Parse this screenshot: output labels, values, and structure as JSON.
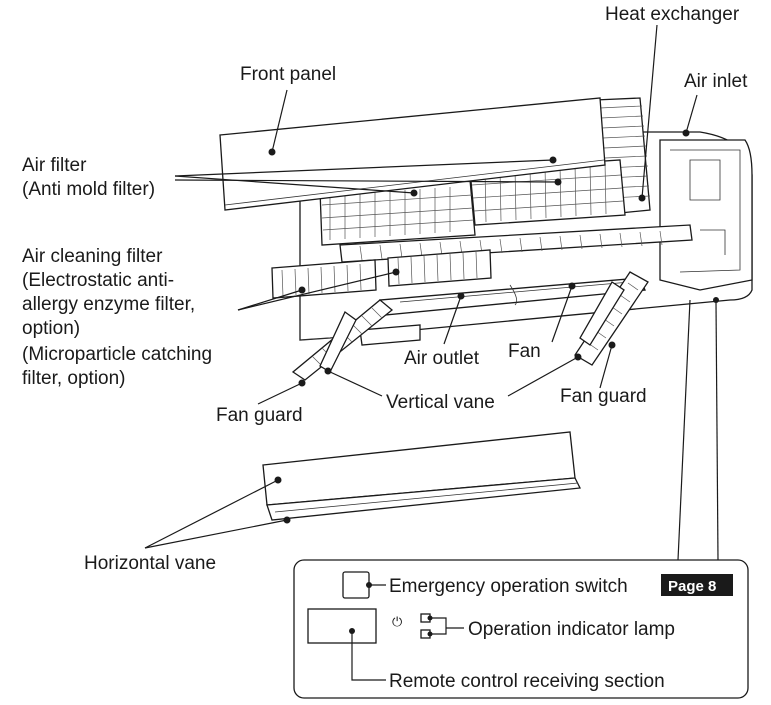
{
  "labels": {
    "heat_exchanger": "Heat exchanger",
    "front_panel": "Front panel",
    "air_inlet": "Air inlet",
    "air_filter": [
      "Air filter",
      "(Anti mold filter)"
    ],
    "air_cleaning_filter": [
      "Air cleaning filter",
      "(Electrostatic anti-",
      "allergy enzyme filter,",
      "option)",
      "(Microparticle catching",
      "filter, option)"
    ],
    "air_outlet": "Air outlet",
    "fan_center": "Fan",
    "fan_guard_left": "Fan guard",
    "vertical_vane": "Vertical vane",
    "fan_guard_right": "Fan guard",
    "horizontal_vane": "Horizontal vane"
  },
  "inset": {
    "emergency_switch": "Emergency operation switch",
    "page_ref": "Page 8",
    "power_symbol": "⏻",
    "operation_lamp": "Operation indicator lamp",
    "remote_receiver": "Remote control receiving section"
  }
}
